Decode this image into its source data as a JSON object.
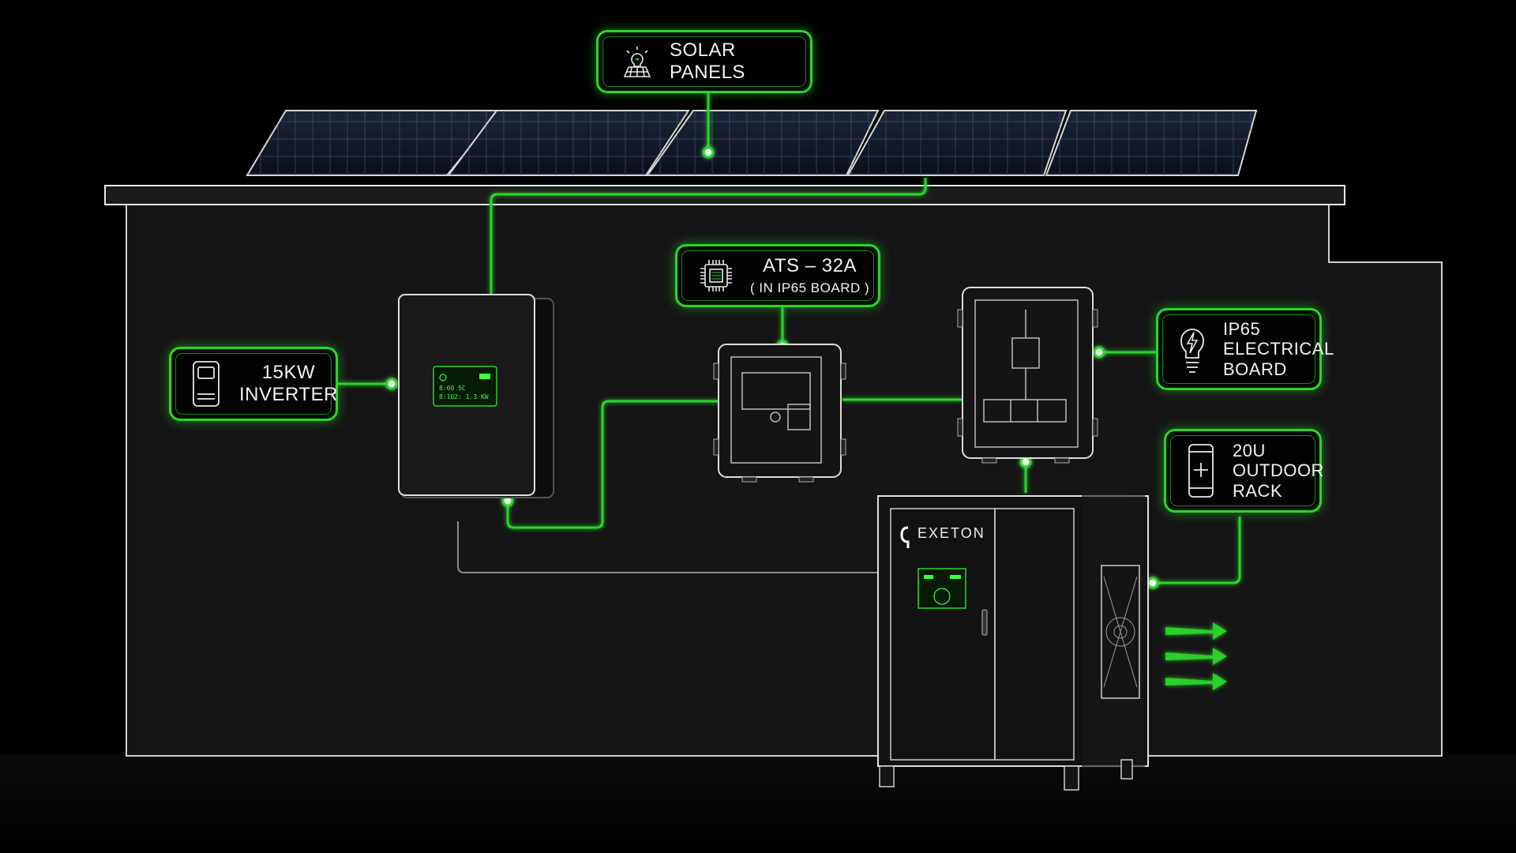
{
  "colors": {
    "accent": "#2bd52b",
    "background": "#000000",
    "wall": "#151515",
    "outline": "#dcdcdc"
  },
  "labels": {
    "solar": {
      "text": "SOLAR PANELS",
      "icon": "solar-bulb-icon"
    },
    "inverter": {
      "line1": "15kW",
      "line2": "INVERTER",
      "icon": "inverter-device-icon"
    },
    "ats": {
      "line1": "ATS – 32A",
      "line2": "( IN IP65 BOARD )",
      "icon": "chip-icon"
    },
    "board": {
      "line1": "IP65",
      "line2": "ELECTRICAL",
      "line3": "BOARD",
      "icon": "bolt-bulb-icon"
    },
    "rack": {
      "line1": "20U",
      "line2": "OUTDOOR",
      "line3": "RACK",
      "icon": "phone-device-icon"
    }
  },
  "inverter_screen": {
    "line1": "8:00  5C",
    "line2": "8:102: 1.3 KW"
  },
  "rack_brand": "EXETON"
}
